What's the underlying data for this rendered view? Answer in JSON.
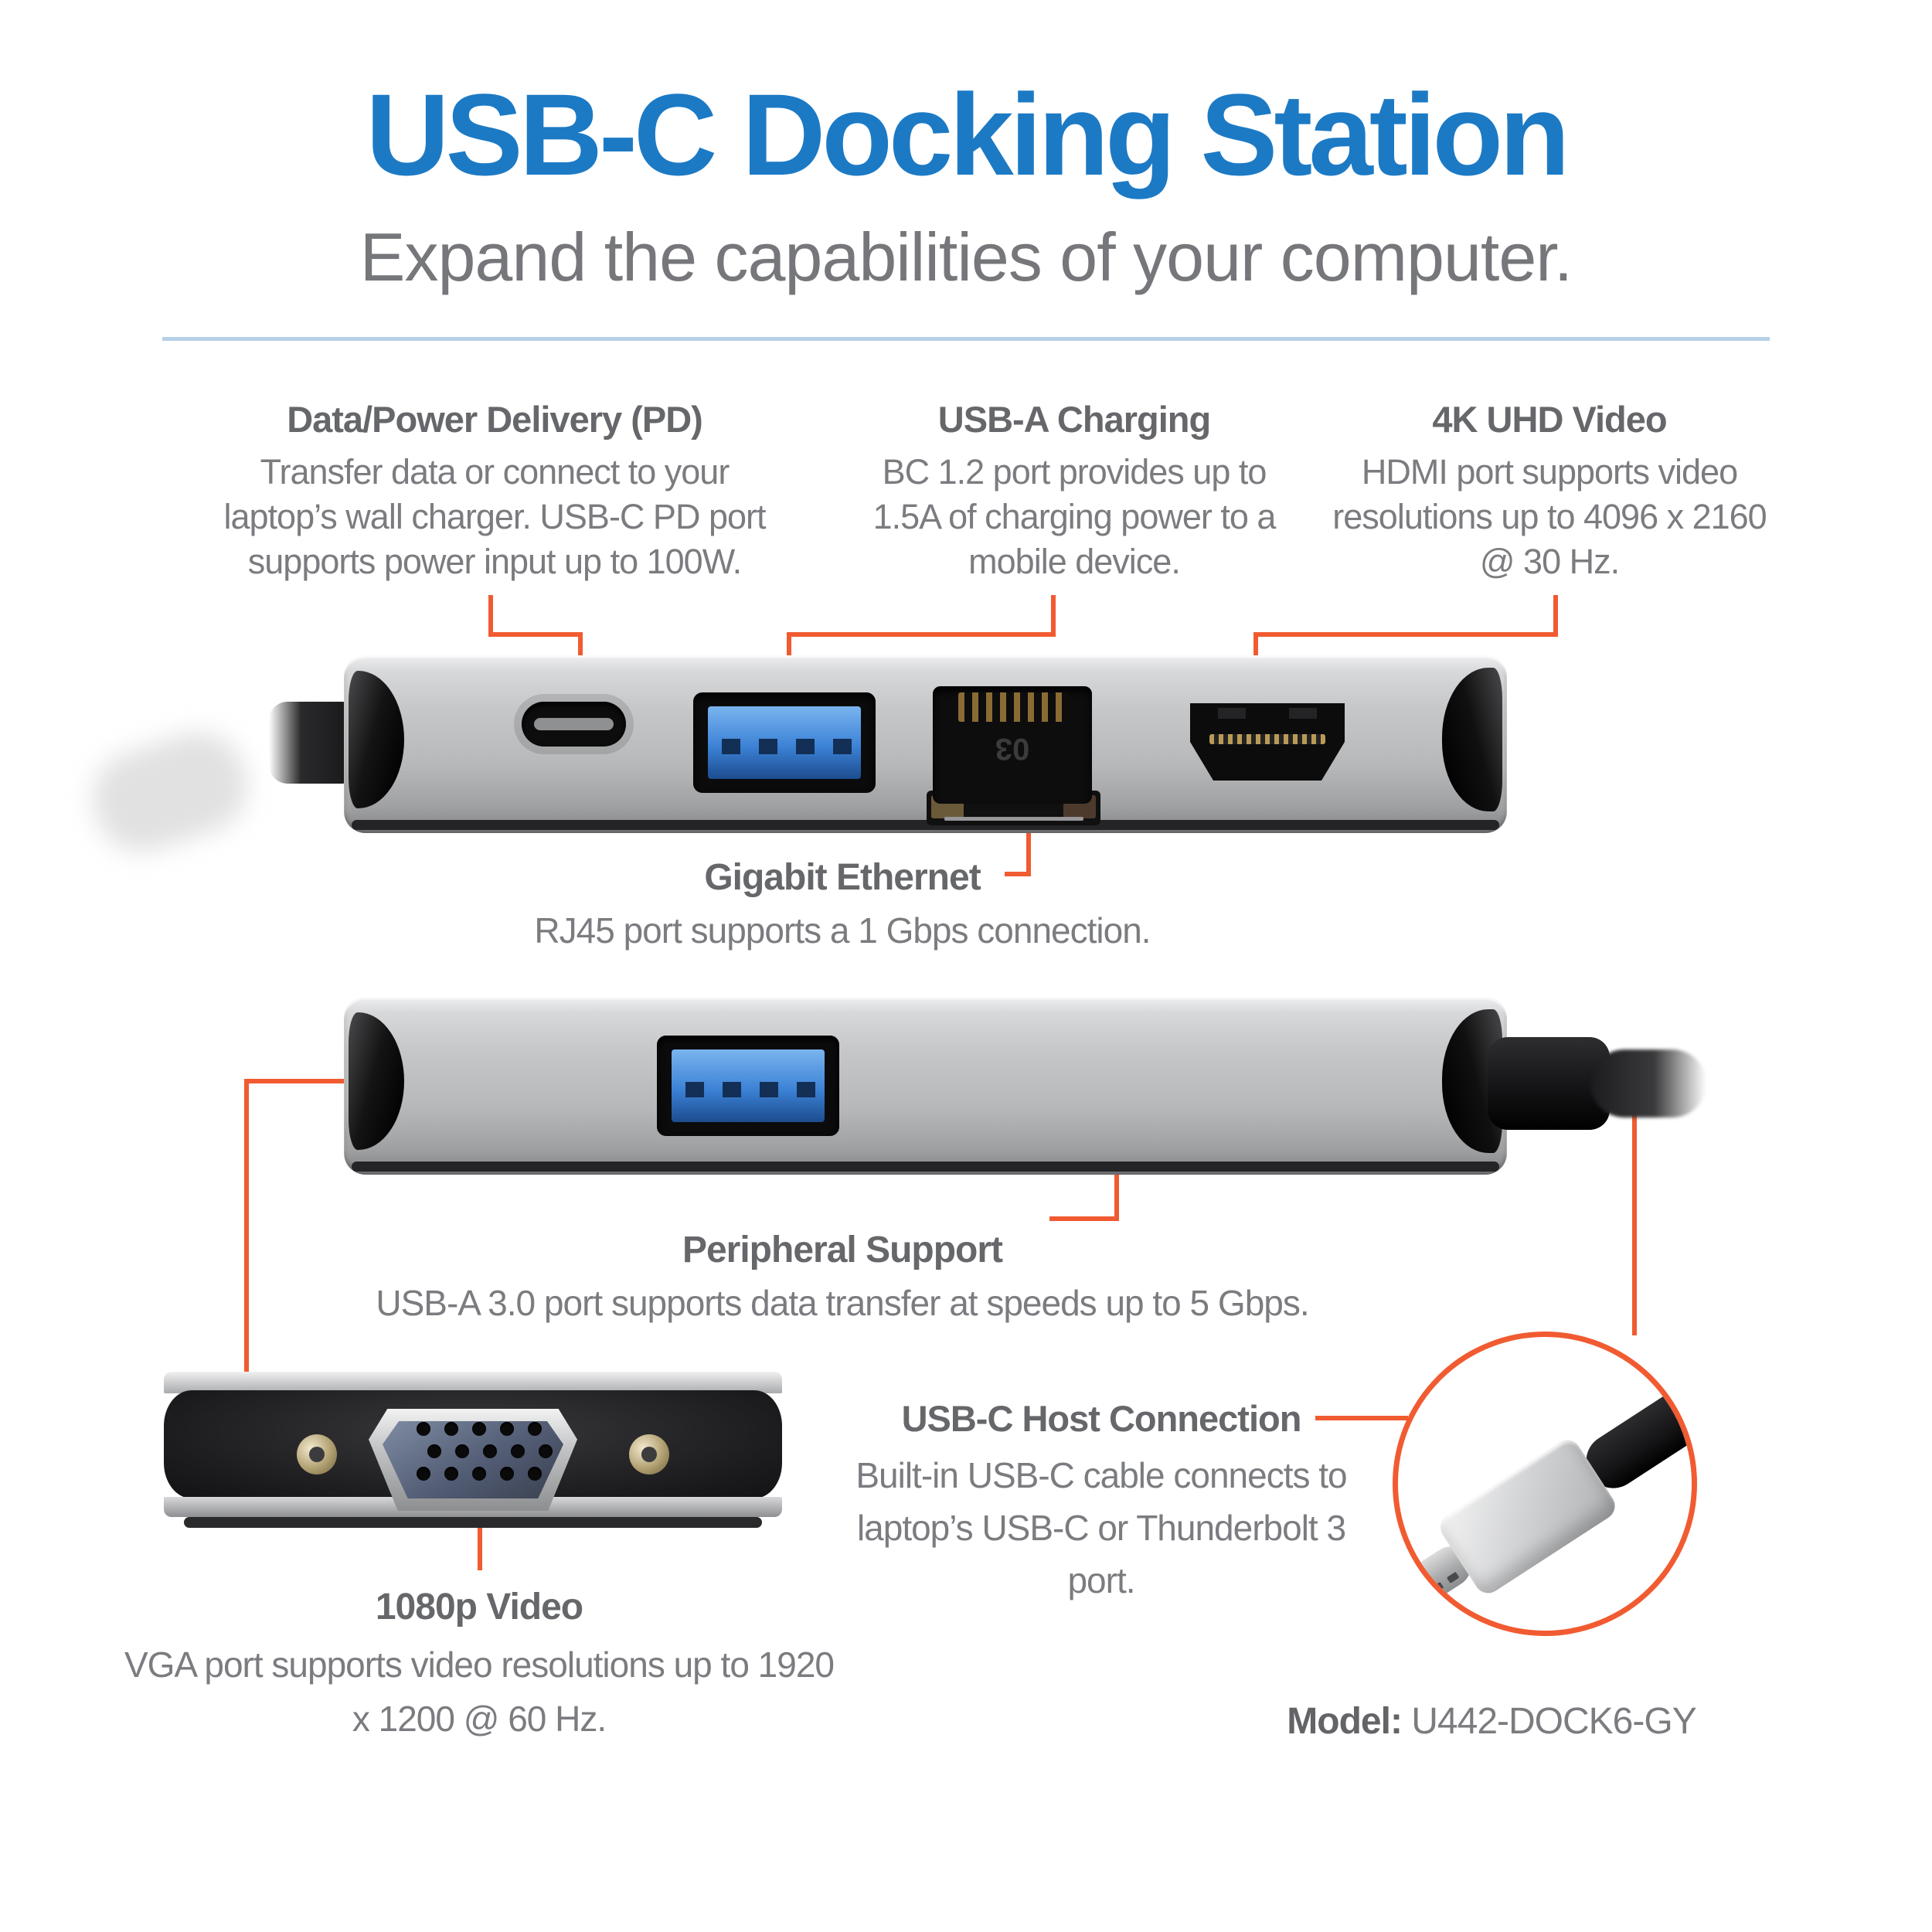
{
  "header": {
    "title": "USB-C Docking Station",
    "subtitle": "Expand the capabilities of your computer."
  },
  "callouts": {
    "pd": {
      "title": "Data/Power Delivery (PD)",
      "body": "Transfer data or connect to your laptop’s wall charger. USB-C PD port supports power input up to 100W."
    },
    "usba_charging": {
      "title": "USB-A Charging",
      "body": "BC 1.2 port provides up to 1.5A of charging power to a mobile device."
    },
    "uhd_video": {
      "title": "4K UHD Video",
      "body": "HDMI port supports video resolutions up to 4096 x 2160 @ 30 Hz."
    },
    "ethernet": {
      "title": "Gigabit Ethernet",
      "body": "RJ45 port supports a 1 Gbps connection."
    },
    "peripheral": {
      "title": "Peripheral Support",
      "body": "USB-A 3.0 port supports data transfer at speeds up to 5 Gbps."
    },
    "host": {
      "title": "USB-C Host Connection",
      "body": "Built-in USB-C cable connects to laptop’s USB-C or Thunderbolt 3 port."
    },
    "vga": {
      "title": "1080p Video",
      "body": "VGA port supports video resolutions up to 1920 x 1200 @ 60 Hz."
    }
  },
  "model": {
    "label": "Model:",
    "value": "U442-DOCK6-GY"
  },
  "ports": {
    "rj45_marking": "03"
  },
  "colors": {
    "title_blue": "#1c7ac5",
    "accent_orange": "#f15b31",
    "divider_blue": "#b6d0e6",
    "heading_gray": "#66676a",
    "body_gray": "#7b7c80",
    "usb_blue": "#3c82d6"
  }
}
